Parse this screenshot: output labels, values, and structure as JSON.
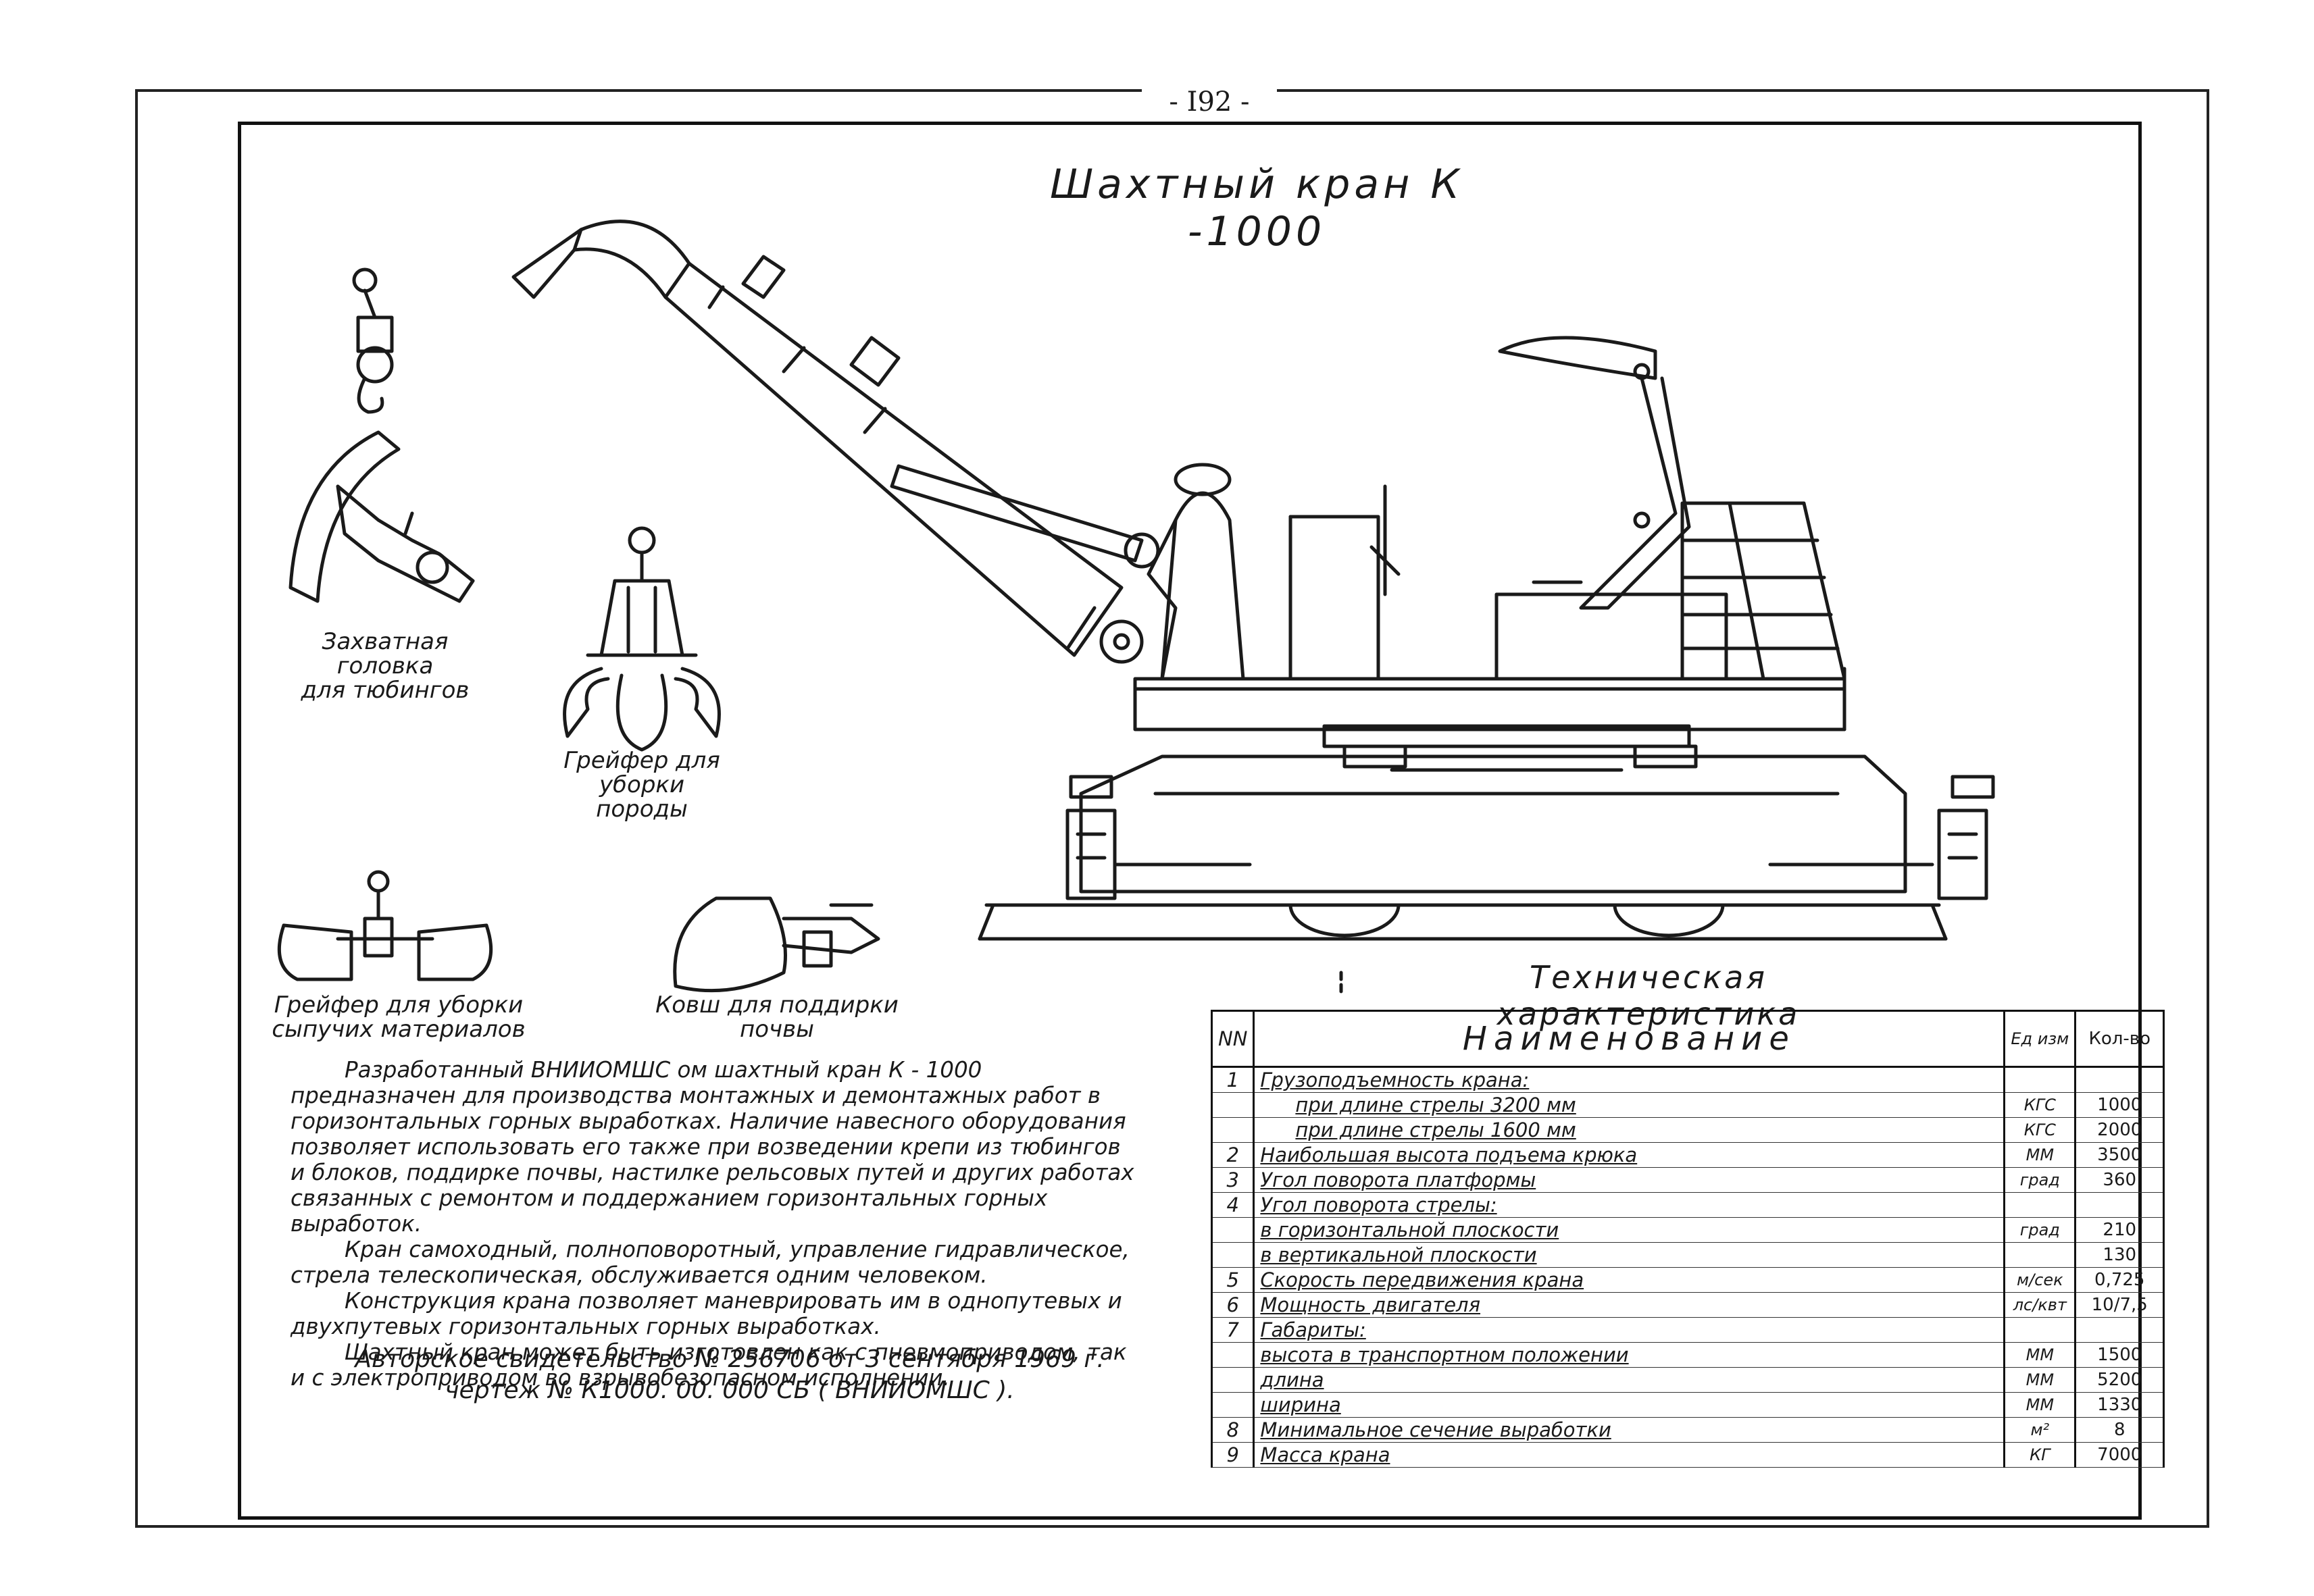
{
  "page_number": "- I92 -",
  "title": "Шахтный  кран  К -1000",
  "figures": {
    "head_caption": [
      "Захватная головка",
      "для тюбингов"
    ],
    "grab_rock_caption": [
      "Грейфер для уборки",
      "породы"
    ],
    "grab_bulk_caption": [
      "Грейфер для уборки",
      "сыпучих материалов"
    ],
    "bucket_caption": [
      "Ковш для поддирки",
      "почвы"
    ]
  },
  "description": [
    "Разработанный ВНИИОМШС ом шахтный кран К - 1000 предназначен для производства монтажных и демонтажных работ в горизонтальных горных выработках. Наличие навесного оборудования позволяет использовать его также при возведении крепи из тюбингов и блоков, поддирке почвы, настилке рельсовых путей и других работах связанных с ремонтом и поддержанием горизонтальных горных выработок.",
    "Кран самоходный, полноповоротный, управление гидравлическое, стрела телескопическая, обслуживается одним человеком.",
    "Конструкция крана позволяет маневрировать им в однопутевых и двухпутевых горизонтальных горных выработках.",
    "Шахтный кран может быть изготовлен как с пневмоприводом, так и с электроприводом во взрывобезопасном исполнении."
  ],
  "certificate": [
    "Авторское свидетельство № 256706 от 3 сентября 1969 г.",
    "чертеж № К1000. 00. 000 СБ ( ВНИИОМШС )."
  ],
  "tech_title": "Техническая  характеристика",
  "table": {
    "headers": {
      "nn": "NN",
      "name": "Наименование",
      "unit": "Ед изм",
      "qty": "Кол-во"
    },
    "rows": [
      {
        "nn": "1",
        "name": "Грузоподъемность крана:",
        "unit": "",
        "qty": "",
        "indent": false
      },
      {
        "nn": "",
        "name": "при длине стрелы 3200 мм",
        "unit": "КГС",
        "qty": "1000",
        "indent": true
      },
      {
        "nn": "",
        "name": "при длине стрелы 1600 мм",
        "unit": "КГС",
        "qty": "2000",
        "indent": true
      },
      {
        "nn": "2",
        "name": "Наибольшая высота подъема крюка",
        "unit": "ММ",
        "qty": "3500",
        "indent": false
      },
      {
        "nn": "3",
        "name": "Угол поворота платформы",
        "unit": "град",
        "qty": "360",
        "indent": false
      },
      {
        "nn": "4",
        "name": "Угол поворота стрелы:",
        "unit": "",
        "qty": "",
        "indent": false
      },
      {
        "nn": "",
        "name": "в горизонтальной плоскости",
        "unit": "град",
        "qty": "210",
        "indent": false
      },
      {
        "nn": "",
        "name": "в вертикальной плоскости",
        "unit": "",
        "qty": "130",
        "indent": false
      },
      {
        "nn": "5",
        "name": "Скорость передвижения крана",
        "unit": "м/сек",
        "qty": "0,725",
        "indent": false
      },
      {
        "nn": "6",
        "name": "Мощность двигателя",
        "unit": "лс/квт",
        "qty": "10/7,5",
        "indent": false
      },
      {
        "nn": "7",
        "name": "Габариты:",
        "unit": "",
        "qty": "",
        "indent": false
      },
      {
        "nn": "",
        "name": "высота в транспортном положении",
        "unit": "ММ",
        "qty": "1500",
        "indent": false
      },
      {
        "nn": "",
        "name": "длина",
        "unit": "ММ",
        "qty": "5200",
        "indent": false
      },
      {
        "nn": "",
        "name": "ширина",
        "unit": "ММ",
        "qty": "1330",
        "indent": false
      },
      {
        "nn": "8",
        "name": "Минимальное сечение выработки",
        "unit": "м²",
        "qty": "8",
        "indent": false
      },
      {
        "nn": "9",
        "name": "Масса крана",
        "unit": "КГ",
        "qty": "7000",
        "indent": false
      }
    ]
  }
}
